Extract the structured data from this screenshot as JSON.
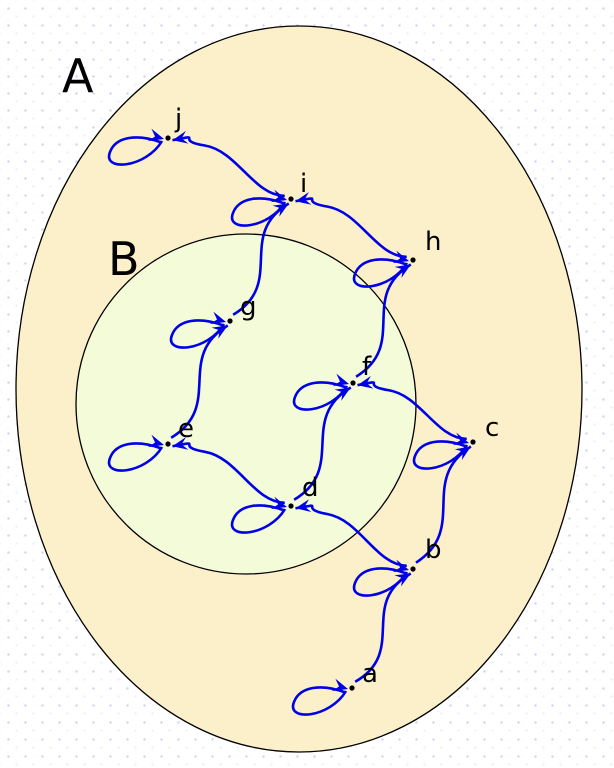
{
  "diagram": {
    "sets": [
      {
        "id": "A",
        "label": "A",
        "fill": "#fcf0cb",
        "stroke": "#000000"
      },
      {
        "id": "B",
        "label": "B",
        "fill": "#f4fbd9",
        "stroke": "#000000"
      }
    ],
    "nodes": [
      {
        "id": "a",
        "label": "a"
      },
      {
        "id": "b",
        "label": "b"
      },
      {
        "id": "c",
        "label": "c"
      },
      {
        "id": "d",
        "label": "d"
      },
      {
        "id": "e",
        "label": "e"
      },
      {
        "id": "f",
        "label": "f"
      },
      {
        "id": "g",
        "label": "g"
      },
      {
        "id": "h",
        "label": "h"
      },
      {
        "id": "i",
        "label": "i"
      },
      {
        "id": "j",
        "label": "j"
      }
    ],
    "edges": [
      {
        "from": "a",
        "to": "b"
      },
      {
        "from": "b",
        "to": "c"
      },
      {
        "from": "b",
        "to": "d"
      },
      {
        "from": "c",
        "to": "f"
      },
      {
        "from": "d",
        "to": "e"
      },
      {
        "from": "d",
        "to": "f"
      },
      {
        "from": "e",
        "to": "g"
      },
      {
        "from": "f",
        "to": "h"
      },
      {
        "from": "g",
        "to": "i"
      },
      {
        "from": "h",
        "to": "i"
      },
      {
        "from": "i",
        "to": "j"
      }
    ],
    "self_loops": [
      "a",
      "b",
      "c",
      "d",
      "e",
      "f",
      "g",
      "h",
      "i",
      "j"
    ],
    "edge_color": "#0000e6"
  }
}
